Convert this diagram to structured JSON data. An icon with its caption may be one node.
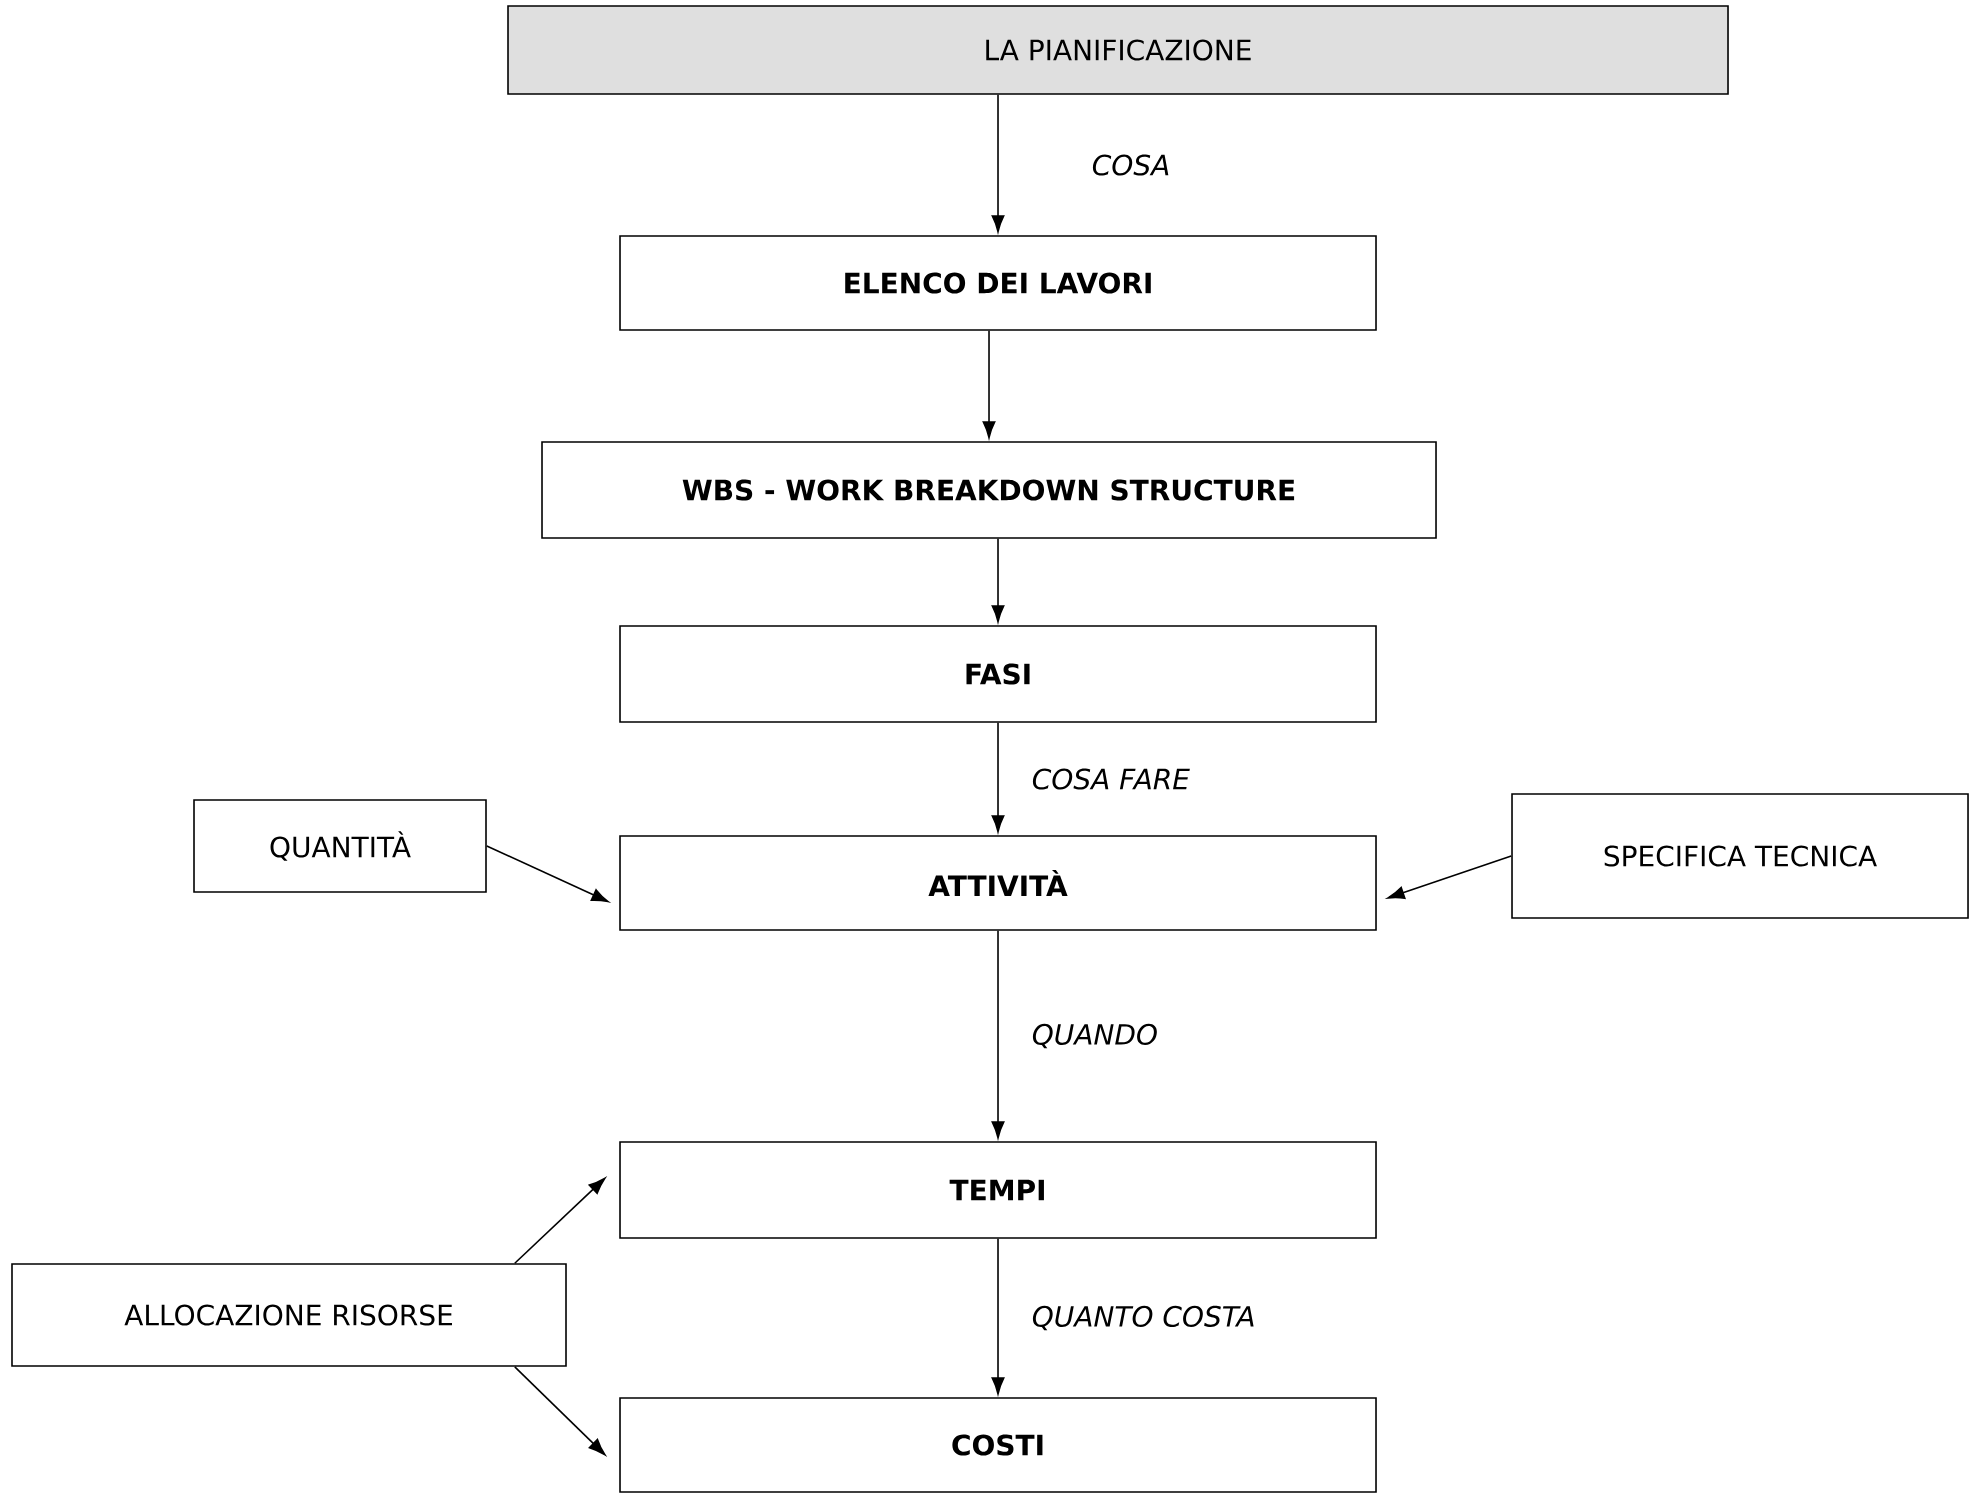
{
  "diagram": {
    "nodes": [
      {
        "text": [
          "LA PIANIFICAZIONE"
        ]
      },
      {
        "text": [
          "ELENCO DEI LAVORI"
        ]
      },
      {
        "text": [
          "WBS - WORK BREAKDOWN STRUCTURE"
        ]
      },
      {
        "text": [
          "FASI"
        ]
      },
      {
        "text": [
          "QUANTITÀ"
        ]
      },
      {
        "text": [
          "ATTIVITÀ"
        ]
      },
      {
        "text": [
          "SPECIFICA TECNICA"
        ]
      },
      {
        "text": [
          "TEMPI"
        ]
      },
      {
        "text": [
          "ALLOCAZIONE RISORSE"
        ]
      },
      {
        "text": [
          "COSTI"
        ]
      }
    ],
    "edges": [
      {
        "from": 0,
        "to": 1,
        "arrow": "to",
        "label": "COSA"
      },
      {
        "from": 1,
        "to": 2,
        "arrow": "to"
      },
      {
        "from": 2,
        "to": 3,
        "arrow": "to"
      },
      {
        "from": 3,
        "to": 5,
        "arrow": "to",
        "label": "COSA FARE"
      },
      {
        "from": 4,
        "to": 5,
        "arrow": "to"
      },
      {
        "from": 6,
        "to": 5,
        "arrow": "to"
      },
      {
        "from": 5,
        "to": 7,
        "arrow": "to",
        "label": "QUANDO"
      },
      {
        "from": 7,
        "to": 9,
        "arrow": "to",
        "label": "QUANTO COSTA"
      },
      {
        "from": 8,
        "to": 7,
        "arrow": "to"
      },
      {
        "from": 8,
        "to": 9,
        "arrow": "to"
      }
    ]
  }
}
